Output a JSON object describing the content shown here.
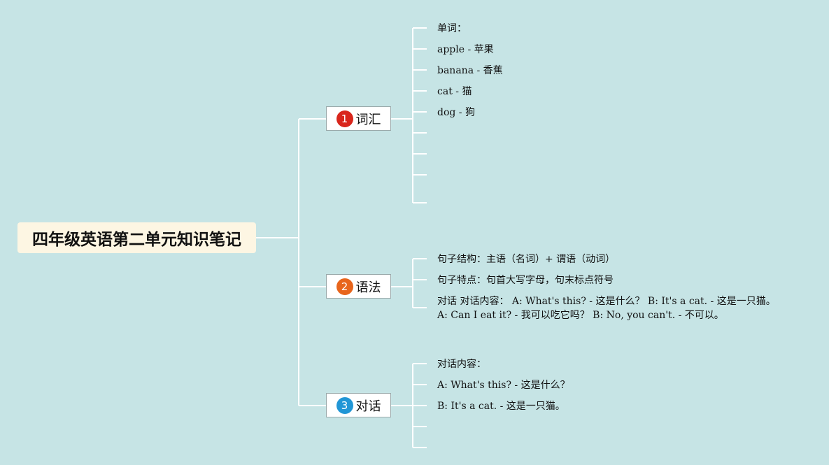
{
  "root": {
    "title": "四年级英语第二单元知识笔记"
  },
  "branches": [
    {
      "number": "1",
      "label": "词汇",
      "badge_color": "#d9261c",
      "leaves": [
        "单词：",
        "apple - 苹果",
        "banana - 香蕉",
        "cat - 猫",
        "dog - 狗",
        "",
        "",
        "",
        ""
      ]
    },
    {
      "number": "2",
      "label": "语法",
      "badge_color": "#e8651c",
      "leaves": [
        "句子结构：主语（名词）+ 谓语（动词）",
        "句子特点：句首大写字母，句末标点符号",
        "对话 对话内容： A: What's this? - 这是什么？ B: It's a cat. - 这是一只猫。 A: Can I eat it? - 我可以吃它吗？ B: No, you can't. - 不可以。"
      ]
    },
    {
      "number": "3",
      "label": "对话",
      "badge_color": "#2196d6",
      "leaves": [
        "对话内容：",
        "A: What's this? - 这是什么？",
        "B: It's a cat. - 这是一只猫。",
        "",
        ""
      ]
    }
  ],
  "colors": {
    "background": "#c6e4e5",
    "connector": "#ffffff",
    "root_fill": "#fdf6e3"
  }
}
